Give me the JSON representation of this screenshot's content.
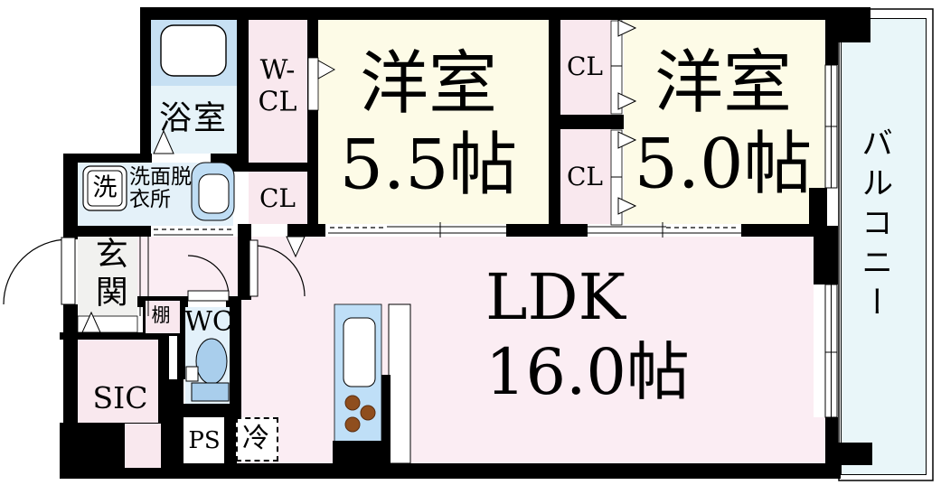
{
  "floorplan": {
    "rooms": {
      "bath": "浴室",
      "walk_in_closet": "W-\nCL",
      "closet_hall": "CL",
      "washroom": "洗面脱\n衣所",
      "washer": "洗",
      "bedroom1": "洋室\n5.5帖",
      "closet1": "CL",
      "closet2": "CL",
      "bedroom2": "洋室\n5.0帖",
      "balcony": "バルコニー",
      "entrance": "玄関",
      "shelf": "棚",
      "toilet": "WC",
      "shoe_closet": "SIC",
      "pipe_space": "PS",
      "refrigerator": "冷",
      "living": "LDK\n16.0帖"
    },
    "colors": {
      "wall": "#000000",
      "closet_pink": "#F9E8EE",
      "ldk_pink": "#FBEDF3",
      "bedroom_cream": "#FDFBE7",
      "bath_blue": "#C7E0F3",
      "bath_floor_blue": "#E6F3F9",
      "washroom_blue": "#E4F1F9",
      "wc_blue": "#E3F1FA",
      "balcony_blue": "#E9F6F9",
      "entrance_gray": "#F1F1EF",
      "counter_blue": "#BFDFF7",
      "fixture_blue": "#A9CEEC",
      "burner_brown": "#8F4E1E"
    }
  }
}
